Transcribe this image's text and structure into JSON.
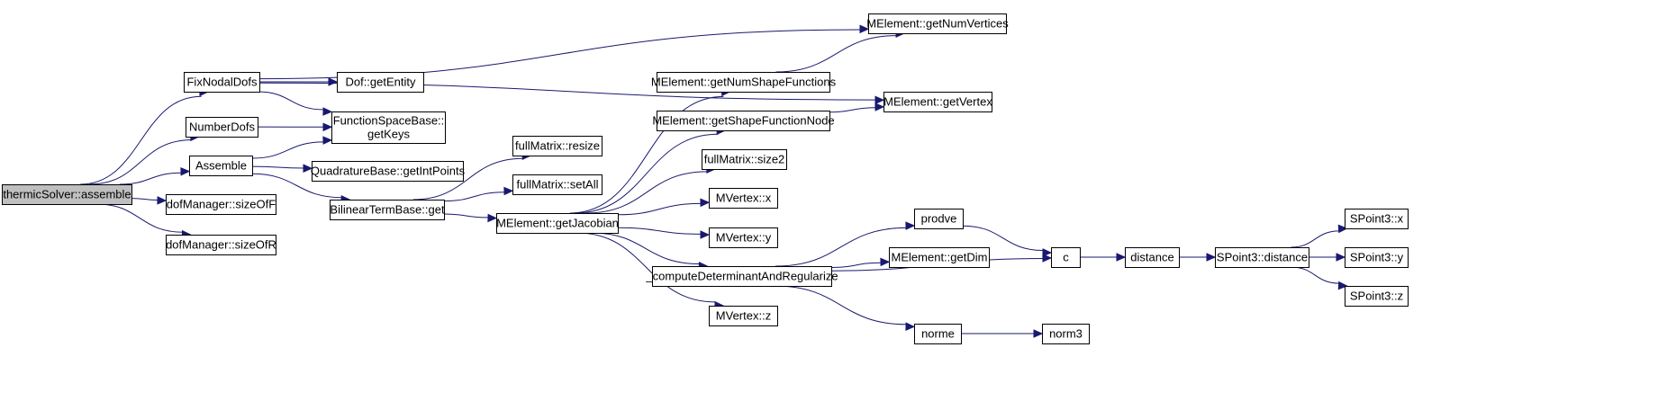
{
  "graph": {
    "colors": {
      "edge": "#191970",
      "root_fill": "#bfbfbf",
      "node_fill": "#ffffff",
      "border": "#000000"
    },
    "nodes": [
      {
        "id": "root",
        "lines": [
          "thermicSolver::assemble"
        ],
        "root": true
      },
      {
        "id": "fixnodal",
        "lines": [
          "FixNodalDofs"
        ]
      },
      {
        "id": "numberdofs",
        "lines": [
          "NumberDofs"
        ]
      },
      {
        "id": "assemble",
        "lines": [
          "Assemble"
        ]
      },
      {
        "id": "sizeoff",
        "lines": [
          "dofManager::sizeOfF"
        ]
      },
      {
        "id": "sizeofr",
        "lines": [
          "dofManager::sizeOfR"
        ]
      },
      {
        "id": "getentity",
        "lines": [
          "Dof::getEntity"
        ]
      },
      {
        "id": "getkeys",
        "lines": [
          "FunctionSpaceBase::",
          "getKeys"
        ]
      },
      {
        "id": "getintpoints",
        "lines": [
          "QuadratureBase::getIntPoints"
        ]
      },
      {
        "id": "bilinearget",
        "lines": [
          "BilinearTermBase::get"
        ]
      },
      {
        "id": "resize",
        "lines": [
          "fullMatrix::resize"
        ]
      },
      {
        "id": "setall",
        "lines": [
          "fullMatrix::setAll"
        ]
      },
      {
        "id": "getjacobian",
        "lines": [
          "MElement::getJacobian"
        ]
      },
      {
        "id": "getnumvertices",
        "lines": [
          "MElement::getNumVertices"
        ]
      },
      {
        "id": "getvertex",
        "lines": [
          "MElement::getVertex"
        ]
      },
      {
        "id": "getnumshape",
        "lines": [
          "MElement::getNumShapeFunctions"
        ]
      },
      {
        "id": "getshapenode",
        "lines": [
          "MElement::getShapeFunctionNode"
        ]
      },
      {
        "id": "size2",
        "lines": [
          "fullMatrix::size2"
        ]
      },
      {
        "id": "mvx",
        "lines": [
          "MVertex::x"
        ]
      },
      {
        "id": "mvy",
        "lines": [
          "MVertex::y"
        ]
      },
      {
        "id": "computedet",
        "lines": [
          "_computeDeterminantAndRegularize"
        ]
      },
      {
        "id": "mvz",
        "lines": [
          "MVertex::z"
        ]
      },
      {
        "id": "prodve",
        "lines": [
          "prodve"
        ]
      },
      {
        "id": "getdim",
        "lines": [
          "MElement::getDim"
        ]
      },
      {
        "id": "norme",
        "lines": [
          "norme"
        ]
      },
      {
        "id": "c",
        "lines": [
          "c"
        ]
      },
      {
        "id": "norm3",
        "lines": [
          "norm3"
        ]
      },
      {
        "id": "distance",
        "lines": [
          "distance"
        ]
      },
      {
        "id": "sp3distance",
        "lines": [
          "SPoint3::distance"
        ]
      },
      {
        "id": "sp3x",
        "lines": [
          "SPoint3::x"
        ]
      },
      {
        "id": "sp3y",
        "lines": [
          "SPoint3::y"
        ]
      },
      {
        "id": "sp3z",
        "lines": [
          "SPoint3::z"
        ]
      }
    ],
    "edges": [
      {
        "from": "root",
        "to": "fixnodal"
      },
      {
        "from": "root",
        "to": "numberdofs"
      },
      {
        "from": "root",
        "to": "assemble"
      },
      {
        "from": "root",
        "to": "sizeoff"
      },
      {
        "from": "root",
        "to": "sizeofr"
      },
      {
        "from": "fixnodal",
        "to": "getnumvertices"
      },
      {
        "from": "fixnodal",
        "to": "getvertex"
      },
      {
        "from": "fixnodal",
        "to": "getentity"
      },
      {
        "from": "fixnodal",
        "to": "getkeys"
      },
      {
        "from": "numberdofs",
        "to": "getkeys"
      },
      {
        "from": "assemble",
        "to": "getkeys"
      },
      {
        "from": "assemble",
        "to": "getintpoints"
      },
      {
        "from": "assemble",
        "to": "bilinearget"
      },
      {
        "from": "bilinearget",
        "to": "resize"
      },
      {
        "from": "bilinearget",
        "to": "setall"
      },
      {
        "from": "bilinearget",
        "to": "getjacobian"
      },
      {
        "from": "getjacobian",
        "to": "getnumshape"
      },
      {
        "from": "getjacobian",
        "to": "getshapenode"
      },
      {
        "from": "getjacobian",
        "to": "size2"
      },
      {
        "from": "getjacobian",
        "to": "mvx"
      },
      {
        "from": "getjacobian",
        "to": "mvy"
      },
      {
        "from": "getjacobian",
        "to": "computedet"
      },
      {
        "from": "getjacobian",
        "to": "mvz"
      },
      {
        "from": "getnumshape",
        "to": "getnumvertices"
      },
      {
        "from": "getshapenode",
        "to": "getvertex"
      },
      {
        "from": "computedet",
        "to": "prodve"
      },
      {
        "from": "computedet",
        "to": "getdim"
      },
      {
        "from": "computedet",
        "to": "c"
      },
      {
        "from": "computedet",
        "to": "norme"
      },
      {
        "from": "prodve",
        "to": "c"
      },
      {
        "from": "c",
        "to": "distance"
      },
      {
        "from": "distance",
        "to": "sp3distance"
      },
      {
        "from": "sp3distance",
        "to": "sp3x"
      },
      {
        "from": "sp3distance",
        "to": "sp3y"
      },
      {
        "from": "sp3distance",
        "to": "sp3z"
      },
      {
        "from": "norme",
        "to": "norm3"
      }
    ]
  }
}
